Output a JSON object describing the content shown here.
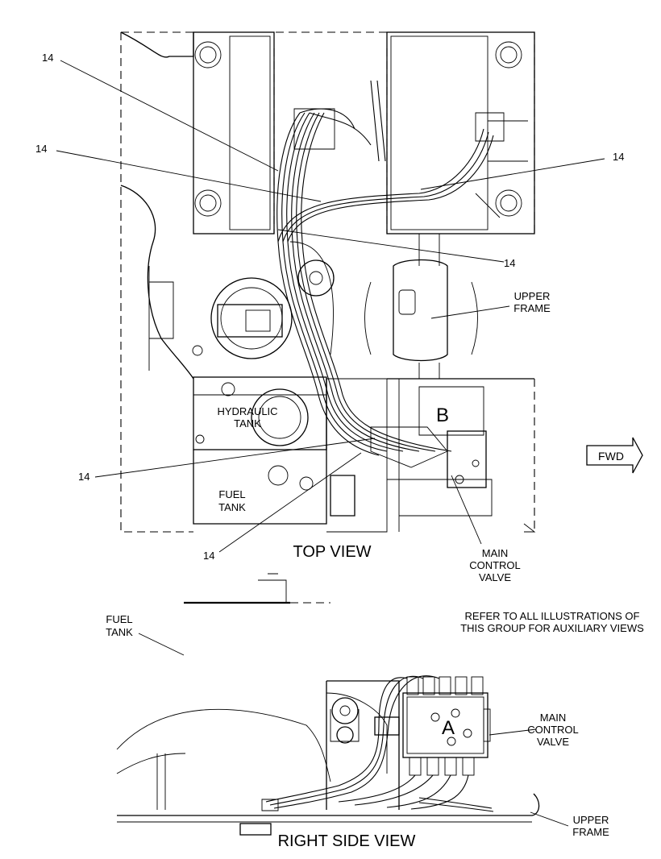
{
  "callouts": {
    "c1": "14",
    "c2": "14",
    "c3": "14",
    "c4": "14",
    "c5": "14",
    "c6": "14"
  },
  "labels": {
    "upper_frame_top": [
      "UPPER",
      "FRAME"
    ],
    "hydraulic_tank": [
      "HYDRAULIC",
      "TANK"
    ],
    "fuel_tank_top": [
      "FUEL",
      "TANK"
    ],
    "marker_b": "B",
    "fwd": "FWD",
    "main_control_valve_top": [
      "MAIN",
      "CONTROL",
      "VALVE"
    ],
    "top_view": "TOP VIEW",
    "refer_note": [
      "REFER TO ALL ILLUSTRATIONS OF",
      "THIS GROUP FOR AUXILIARY VIEWS"
    ],
    "fuel_tank_side": [
      "FUEL",
      "TANK"
    ],
    "marker_a": "A",
    "main_control_valve_side": [
      "MAIN",
      "CONTROL",
      "VALVE"
    ],
    "upper_frame_side": [
      "UPPER",
      "FRAME"
    ],
    "right_side_view": "RIGHT SIDE VIEW"
  }
}
